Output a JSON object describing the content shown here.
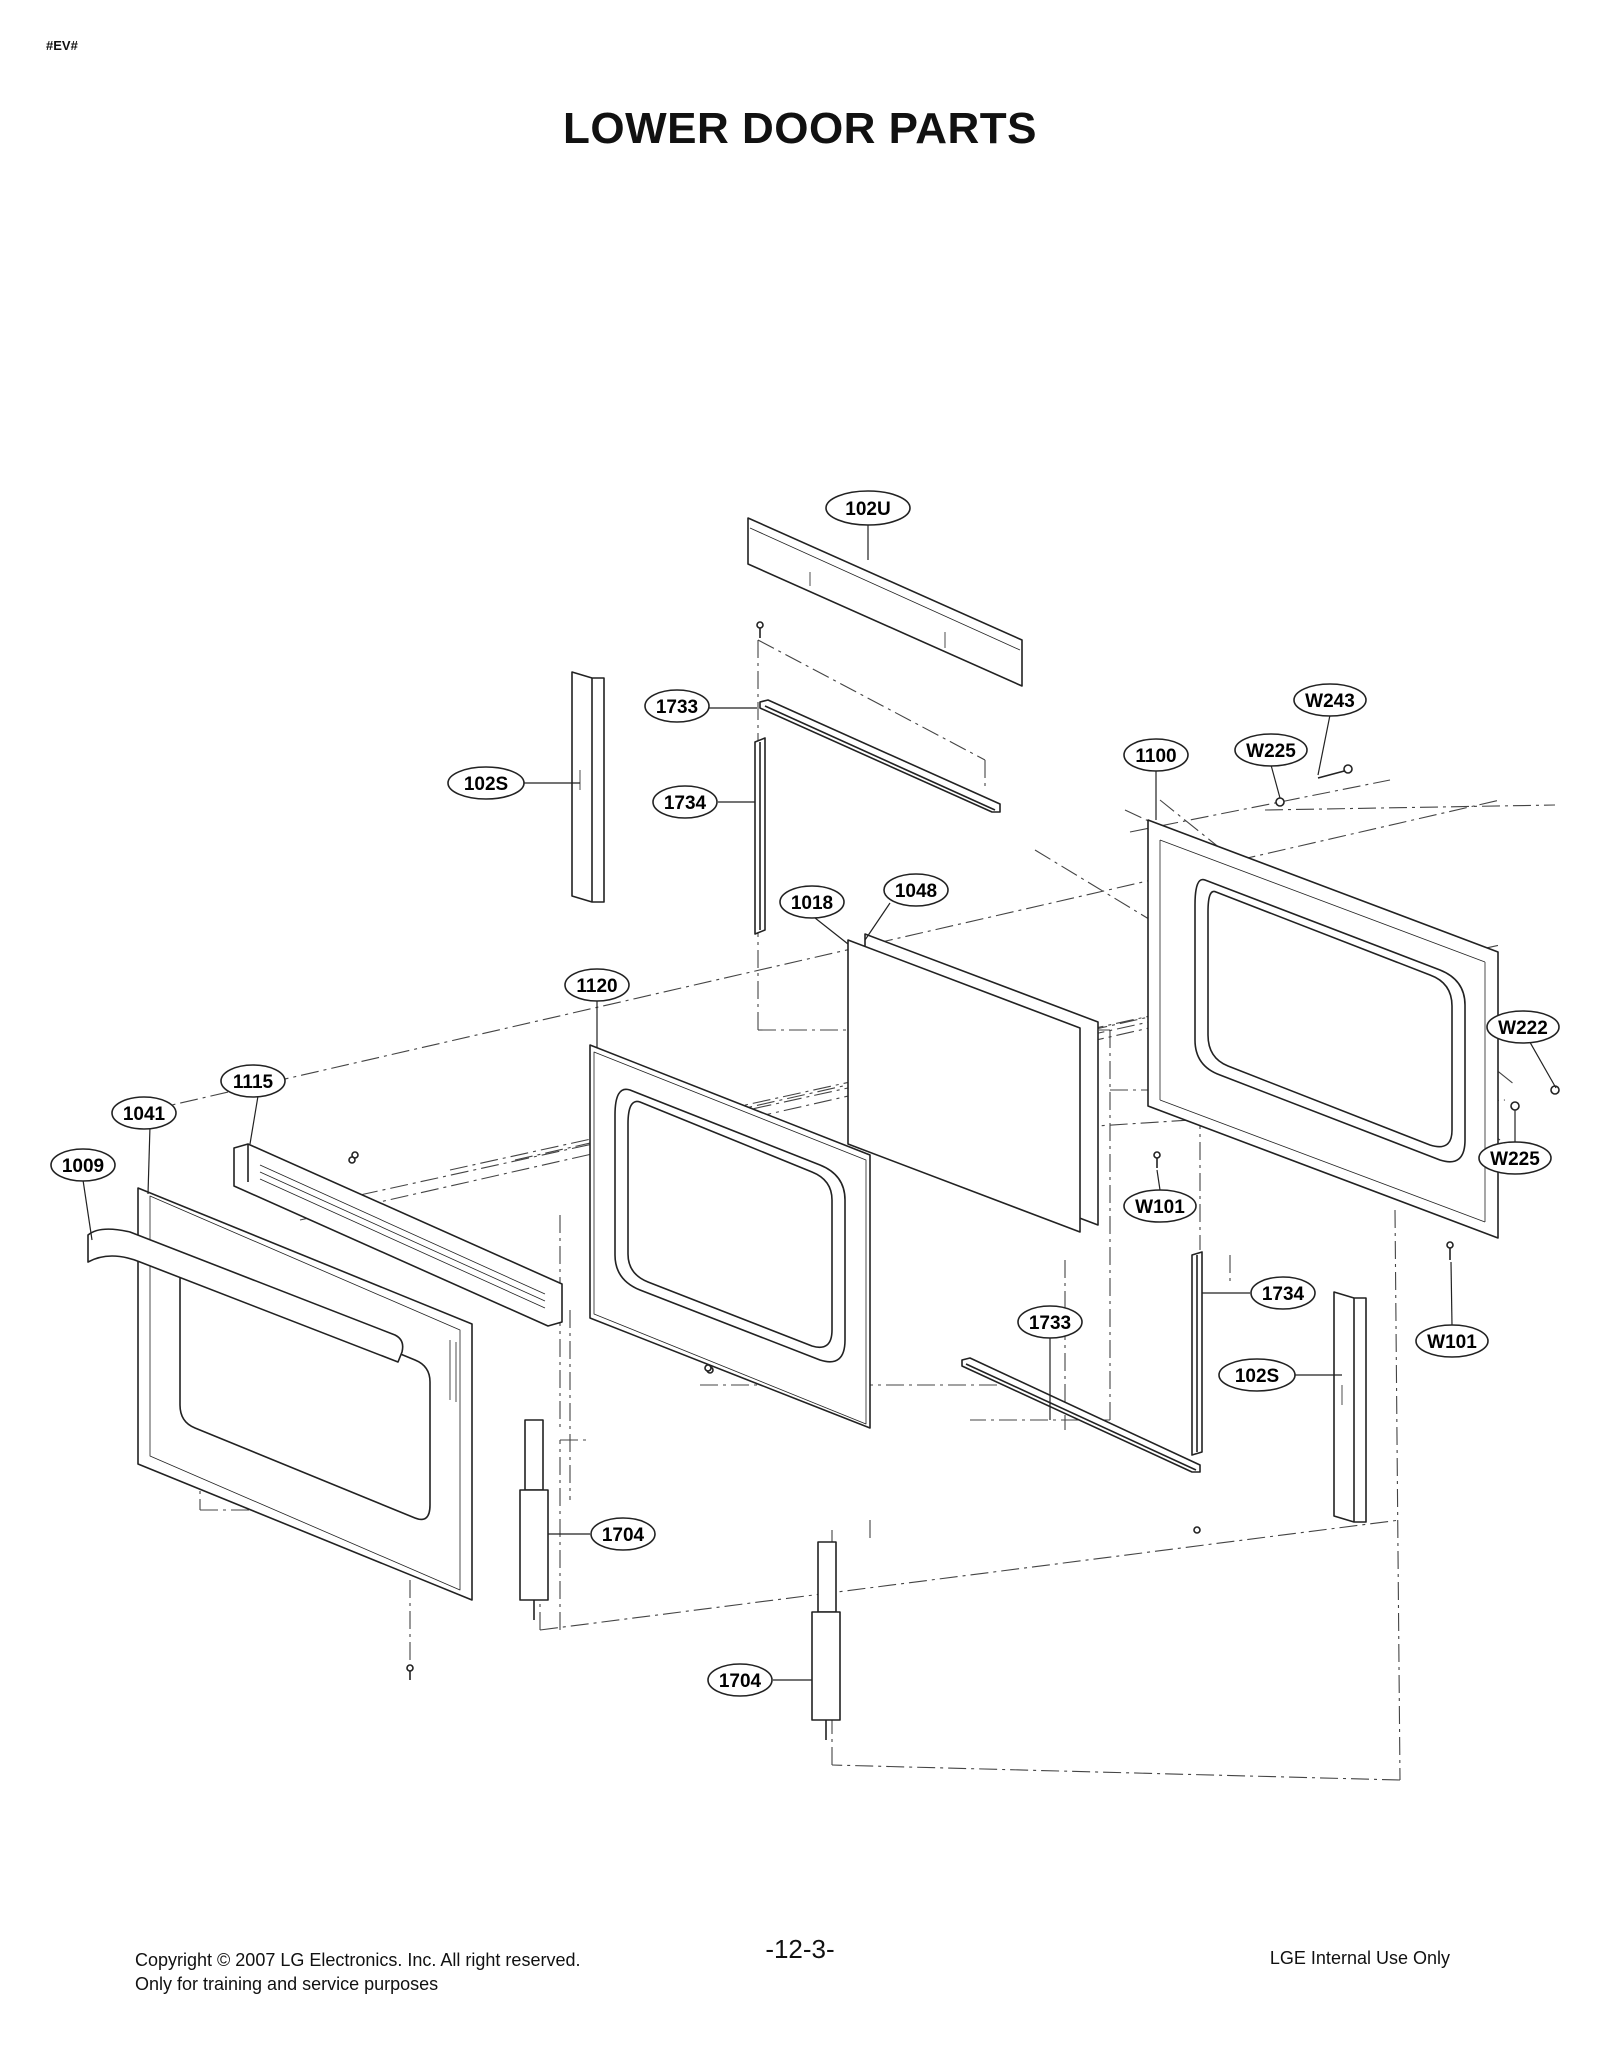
{
  "header": {
    "tag": "#EV#",
    "title": "LOWER DOOR PARTS"
  },
  "callouts": [
    {
      "id": "c-102u",
      "label": "102U"
    },
    {
      "id": "c-1733-top",
      "label": "1733"
    },
    {
      "id": "c-102s-left",
      "label": "102S"
    },
    {
      "id": "c-1734-top",
      "label": "1734"
    },
    {
      "id": "c-1018",
      "label": "1018"
    },
    {
      "id": "c-1048",
      "label": "1048"
    },
    {
      "id": "c-1100",
      "label": "1100"
    },
    {
      "id": "c-w225-top",
      "label": "W225"
    },
    {
      "id": "c-w243",
      "label": "W243"
    },
    {
      "id": "c-1120",
      "label": "1120"
    },
    {
      "id": "c-w222",
      "label": "W222"
    },
    {
      "id": "c-1115",
      "label": "1115"
    },
    {
      "id": "c-1041",
      "label": "1041"
    },
    {
      "id": "c-1009",
      "label": "1009"
    },
    {
      "id": "c-w225-bottom",
      "label": "W225"
    },
    {
      "id": "c-w101-mid",
      "label": "W101"
    },
    {
      "id": "c-1734-bottom",
      "label": "1734"
    },
    {
      "id": "c-1733-bottom",
      "label": "1733"
    },
    {
      "id": "c-w101-right",
      "label": "W101"
    },
    {
      "id": "c-102s-right",
      "label": "102S"
    },
    {
      "id": "c-1704-upper",
      "label": "1704"
    },
    {
      "id": "c-1704-lower",
      "label": "1704"
    }
  ],
  "footer": {
    "copyright": "Copyright © 2007 LG Electronics. Inc. All right reserved.",
    "purpose": "Only for training and service purposes",
    "page": "-12-3-",
    "internal": "LGE Internal Use Only"
  }
}
